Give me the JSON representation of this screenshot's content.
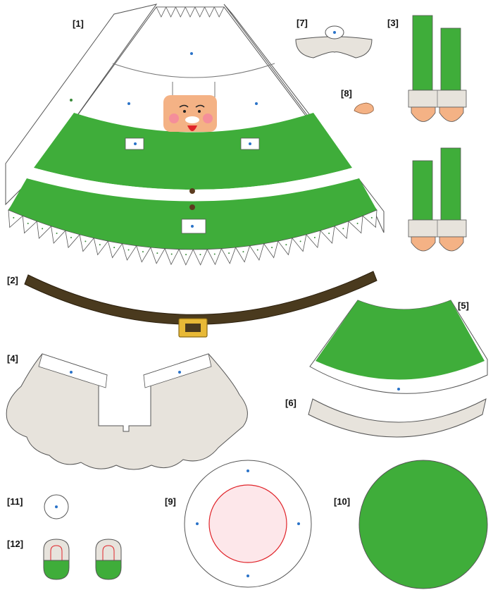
{
  "labels": {
    "p1": "[1]",
    "p2": "[2]",
    "p3": "[3]",
    "p4": "[4]",
    "p5": "[5]",
    "p6": "[6]",
    "p7": "[7]",
    "p8": "[8]",
    "p9": "[9]",
    "p10": "[10]",
    "p11": "[11]",
    "p12": "[12]"
  },
  "colors": {
    "green": "#3fad3a",
    "belt": "#4a3a1e",
    "buckle": "#e8b936",
    "skin": "#f4b285",
    "fur": "#e7e3dc",
    "outline": "#555555",
    "dot": "#2a73c8",
    "red": "#e0242a",
    "pink": "#fde7ea"
  },
  "icons": {
    "coat": "santa-coat-piece",
    "belt": "belt-piece",
    "legs": "legs-piece",
    "collar": "fur-collar-piece",
    "hat": "hat-piece",
    "hat_trim": "hat-trim-piece",
    "mustache": "mustache-piece",
    "nose": "nose-piece",
    "ring": "base-ring-piece",
    "disc": "base-disc-piece",
    "small_disc": "small-disc-piece",
    "mittens": "mitten-pieces"
  }
}
